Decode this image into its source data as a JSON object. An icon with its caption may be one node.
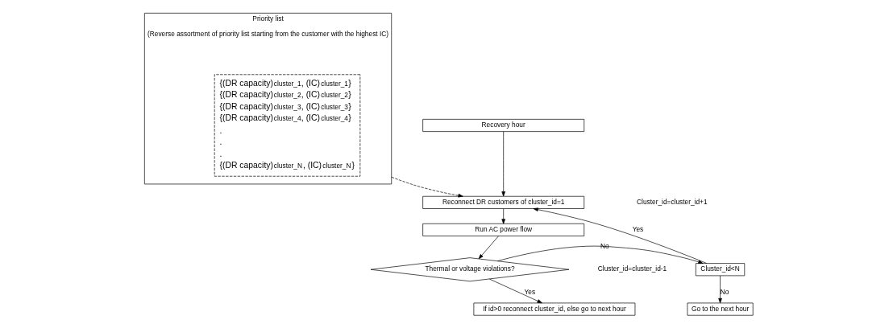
{
  "diagram": {
    "nodes": [
      {
        "text": [
          "Priority list",
          "(Reverse assortment of priority list starting from the customer with the highest IC)"
        ]
      },
      {
        "text": [
          "{(DR capacity)$_{cluster_1}$, (IC)$_{cluster_1}$}",
          "{(DR capacity)$_{cluster_2}$, (IC)$_{cluster_2}$}",
          "{(DR capacity)$_{cluster_3}$, (IC)$_{cluster_3}$}",
          "{(DR capacity)$_{cluster_4}$, (IC)$_{cluster_4}$}",
          ".",
          ".",
          ".",
          "{(DR capacity)$_{cluster_N}$, (IC)$_{cluster_N}$}"
        ],
        "in": 0
      },
      {
        "text": [
          "Recovery hour"
        ]
      },
      {
        "text": [
          "Reconnect DR customers of cluster_id=1"
        ]
      },
      {
        "text": [
          "Run AC power flow"
        ]
      },
      {
        "text": [
          "Thermal or voltage violations?"
        ]
      },
      {
        "text": [
          "Cluster_id<N"
        ]
      },
      {
        "text": [
          "If id>0 reconnect cluster_id, else go to next hour"
        ]
      },
      {
        "text": [
          "Go to the next hour"
        ]
      }
    ],
    "edges": [
      {
        "from": 0,
        "to": 3,
        "arrow": "to",
        "style": "dashed"
      },
      {
        "from": 2,
        "to": 3,
        "arrow": "to"
      },
      {
        "from": 3,
        "to": 4,
        "arrow": "to"
      },
      {
        "from": 4,
        "to": 5,
        "arrow": "to"
      },
      {
        "from": 5,
        "to": 6,
        "arrow": "to",
        "label": "No"
      },
      {
        "from": 6,
        "to": 3,
        "arrow": "to",
        "label": "Yes"
      },
      {
        "from": 5,
        "to": 7,
        "arrow": "to",
        "label": "Yes"
      },
      {
        "from": 6,
        "to": 8,
        "arrow": "to",
        "label": "No"
      }
    ],
    "labels": [
      "Cluster_id=cluster_id+1",
      "Cluster_id=cluster_id-1"
    ]
  }
}
